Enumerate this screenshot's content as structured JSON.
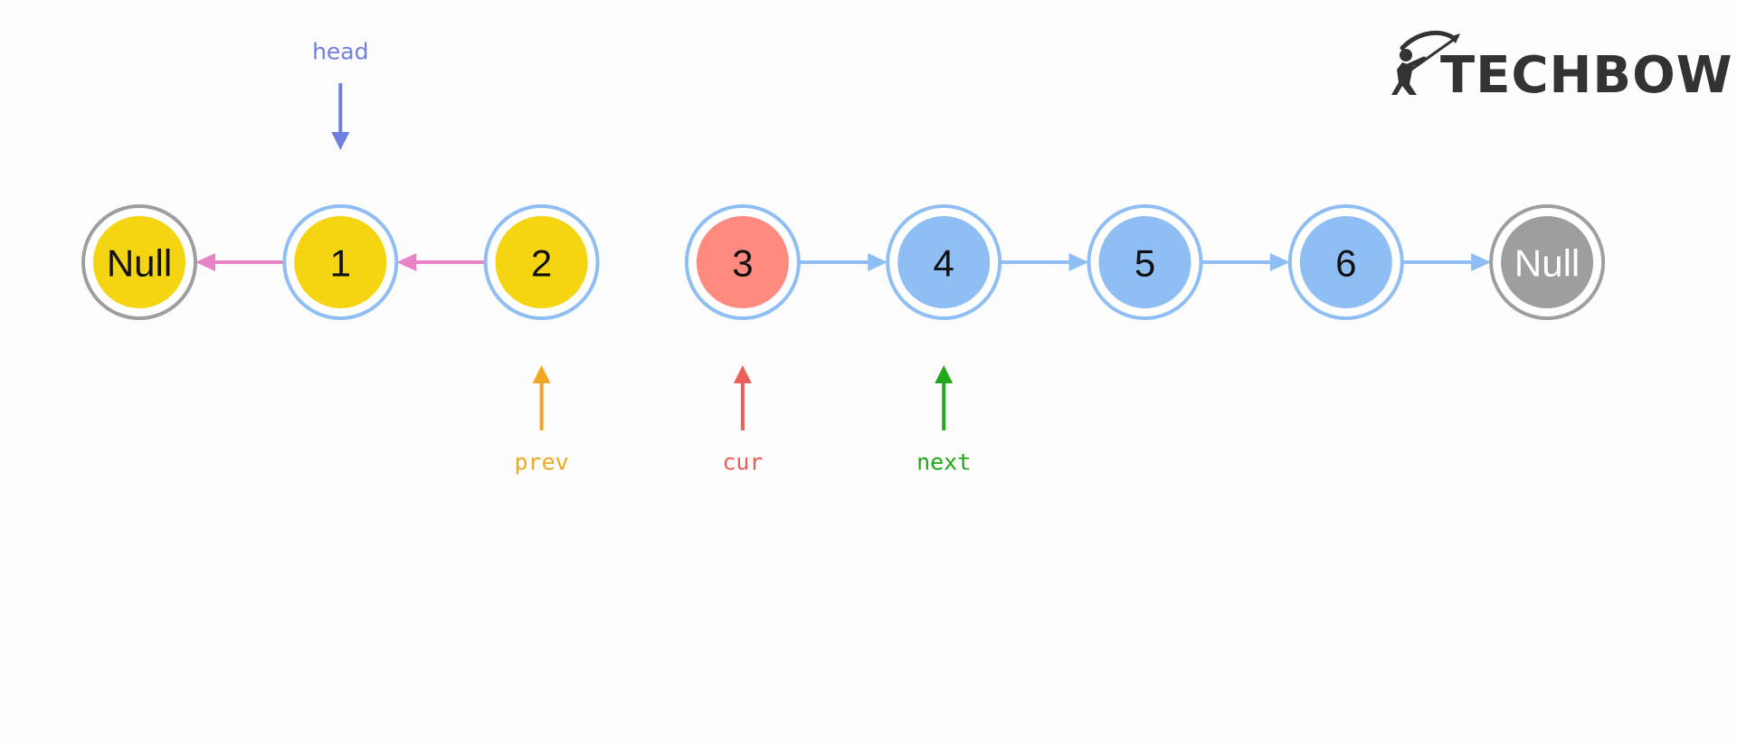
{
  "logo": {
    "text": "TECHBOW",
    "color": "#333333"
  },
  "nodes": [
    {
      "id": "null-left",
      "label": "Null",
      "fill": "#f5d412",
      "ring": "#9e9e9e",
      "text_color": "#111111"
    },
    {
      "id": "n1",
      "label": "1",
      "fill": "#f5d412",
      "ring": "#8fbef5",
      "text_color": "#111111"
    },
    {
      "id": "n2",
      "label": "2",
      "fill": "#f5d412",
      "ring": "#8fbef5",
      "text_color": "#111111"
    },
    {
      "id": "n3",
      "label": "3",
      "fill": "#ff8a80",
      "ring": "#8fbef5",
      "text_color": "#111111"
    },
    {
      "id": "n4",
      "label": "4",
      "fill": "#8fbef5",
      "ring": "#8fbef5",
      "text_color": "#111111"
    },
    {
      "id": "n5",
      "label": "5",
      "fill": "#8fbef5",
      "ring": "#8fbef5",
      "text_color": "#111111"
    },
    {
      "id": "n6",
      "label": "6",
      "fill": "#8fbef5",
      "ring": "#8fbef5",
      "text_color": "#111111"
    },
    {
      "id": "null-right",
      "label": "Null",
      "fill": "#9e9e9e",
      "ring": "#9e9e9e",
      "text_color": "#ffffff"
    }
  ],
  "links": [
    {
      "from": "n1",
      "to": "null-left",
      "color": "#e983c7"
    },
    {
      "from": "n2",
      "to": "n1",
      "color": "#e983c7"
    },
    {
      "from": "n3",
      "to": "n4",
      "color": "#8fbef5"
    },
    {
      "from": "n4",
      "to": "n5",
      "color": "#8fbef5"
    },
    {
      "from": "n5",
      "to": "n6",
      "color": "#8fbef5"
    },
    {
      "from": "n6",
      "to": "null-right",
      "color": "#8fbef5"
    }
  ],
  "pointers": [
    {
      "name": "head",
      "target": "n1",
      "direction": "down",
      "color": "#6f7fe0"
    },
    {
      "name": "prev",
      "target": "n2",
      "direction": "up",
      "color": "#f0a722"
    },
    {
      "name": "cur",
      "target": "n3",
      "direction": "up",
      "color": "#ea5f5a"
    },
    {
      "name": "next",
      "target": "n4",
      "direction": "up",
      "color": "#22a81b"
    }
  ]
}
